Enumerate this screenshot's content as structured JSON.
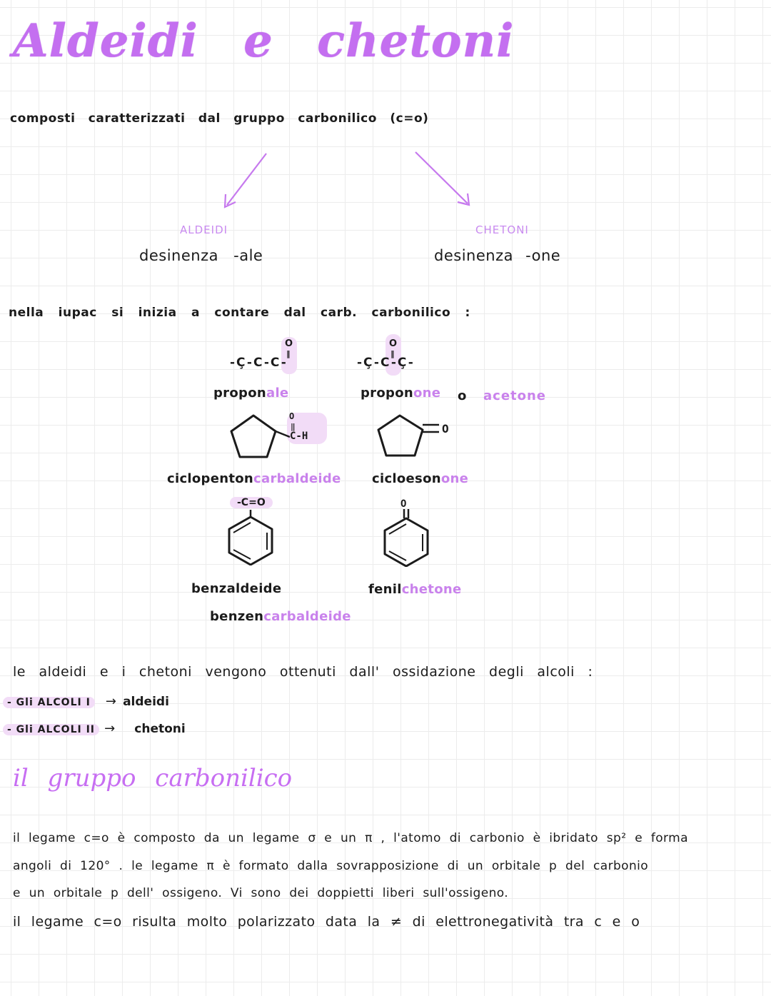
{
  "title": {
    "word1": "Aldeidi",
    "word2": "e",
    "word3": "chetoni"
  },
  "intro": "composti caratterizzati dal gruppo carbonilico (c=o)",
  "aldeidi": {
    "label": "ALDEIDI",
    "suffix": "desinenza -ale"
  },
  "chetoni": {
    "label": "CHETONI",
    "suffix": "desinenza -one"
  },
  "iupac_line": "nella iupac si inizia a contare dal carb. carbonilico :",
  "examples": {
    "propanale": {
      "base": "propon",
      "suffix": "ale"
    },
    "propanone": {
      "base": "propon",
      "suffix": "one"
    },
    "or": "o",
    "acetone": "acetone",
    "ciclopentan": {
      "base": "ciclopenton",
      "suffix": "carbaldeide"
    },
    "cicloesanone": {
      "base": "cicloeson",
      "suffix": "one"
    },
    "benz_group": "-C=O",
    "benzaldeide": "benzaldeide",
    "benzen": {
      "base": "benzen",
      "suffix": "carbaldeide"
    },
    "fenil": {
      "base": "fenil",
      "suffix": "chetone"
    }
  },
  "formulas": {
    "aldehyde_chain": "-Ç-C-C-",
    "ketone_chain": "-Ç-C-Ç-",
    "carbonyl_o": "O",
    "cho": "C-H",
    "ketone_o": "O"
  },
  "oxidation": {
    "line": "le aldeidi e i chetoni vengono ottenuti dall' ossidazione degli alcoli :",
    "item1_label": "- Gli ALCOLI I",
    "item1_arrow": "→",
    "item1_result": "aldeidi",
    "item2_label": "- Gli ALCOLI II",
    "item2_arrow": "→",
    "item2_result": "chetoni"
  },
  "section2_title": "il gruppo carbonilico",
  "paragraph": [
    "il legame c=o è composto da un legame σ e un π , l'atomo di carbonio è ibridato  sp²   e forma",
    "angoli  di 120° .  le legame π  è formato dalla sovrapposizione  di  un orbitale  p del carbonio",
    "e un  orbitale p   dell' ossigeno. Vi sono   dei doppietti   liberi   sull'ossigeno.",
    "il legame  c=o  risulta  molto  polarizzato  data   la ≠ di  elettronegatività  tra c e o"
  ],
  "colors": {
    "accent": "#c46ff0",
    "highlight": "#f2dcf7",
    "light_accent": "#c98bf0"
  }
}
